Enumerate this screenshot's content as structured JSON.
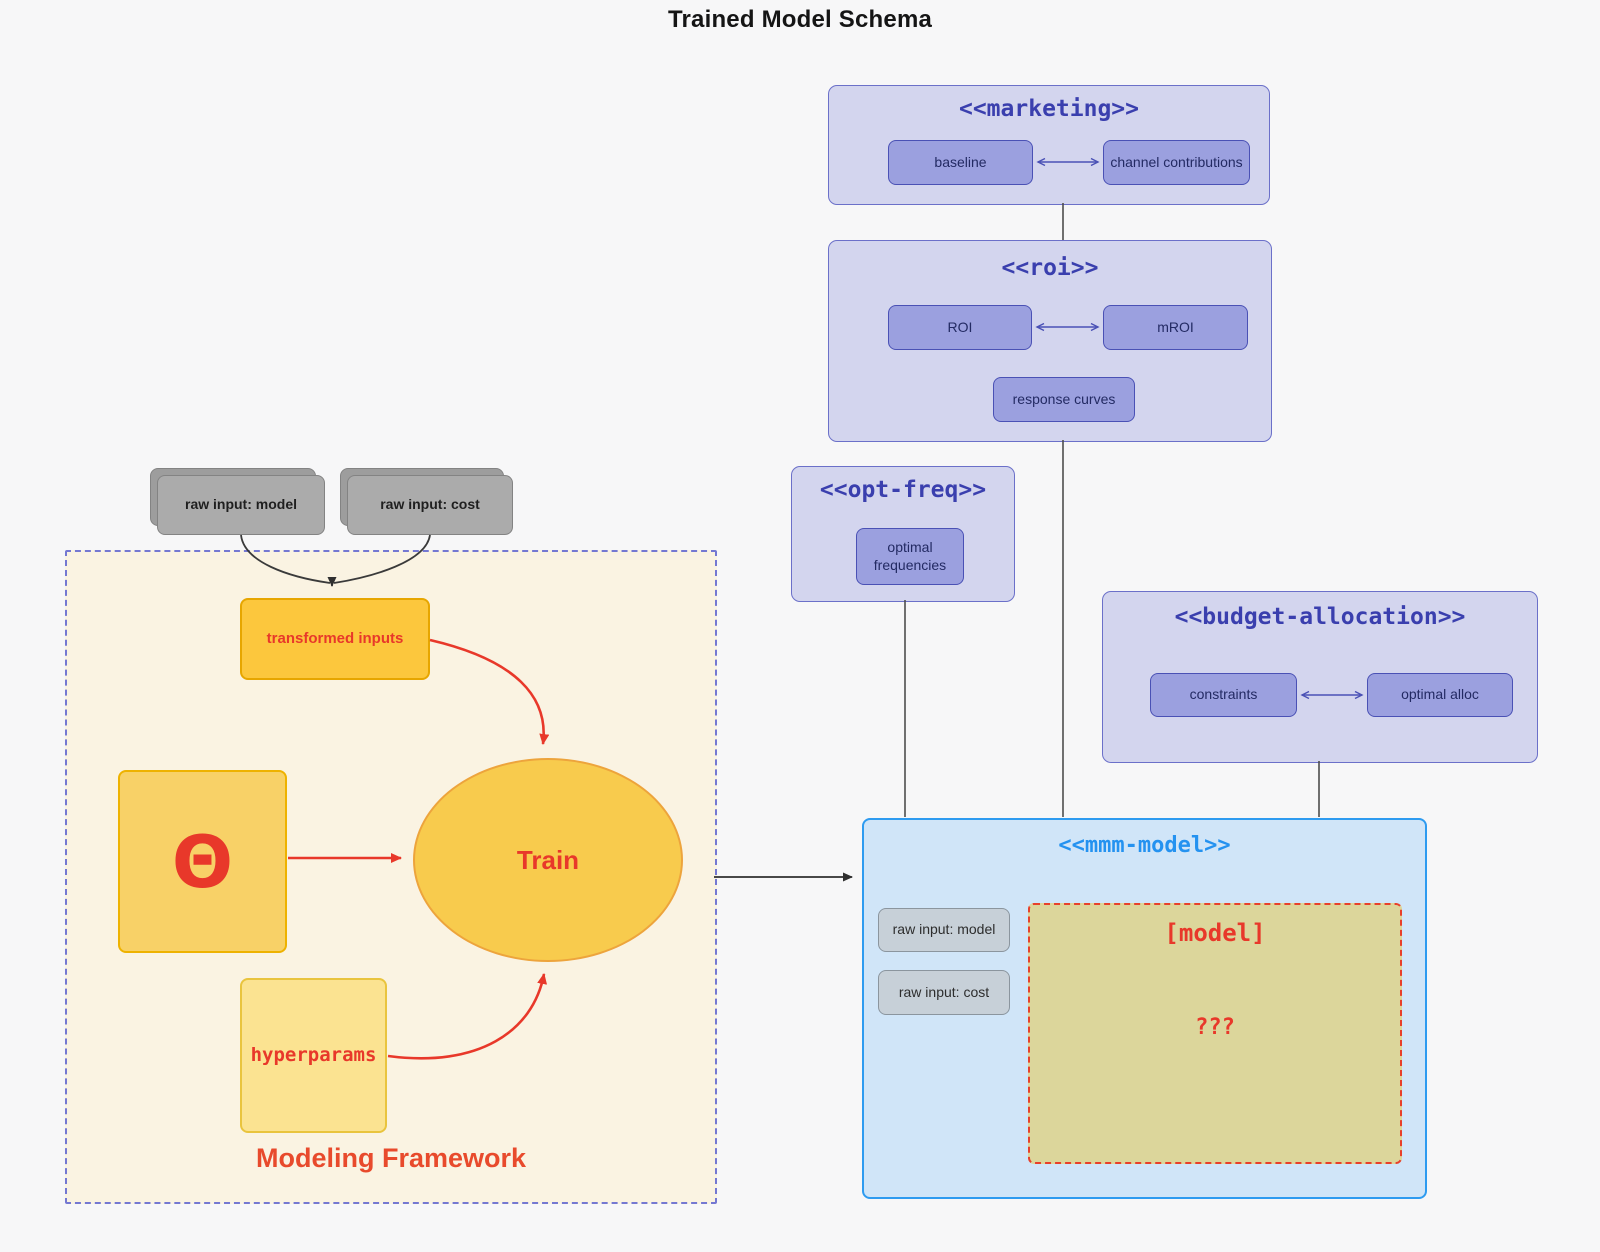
{
  "page": {
    "title": "Trained Model Schema"
  },
  "marketing": {
    "title": "<<marketing>>",
    "baseline": "baseline",
    "channel": "channel contributions"
  },
  "roi": {
    "title": "<<roi>>",
    "roi": "ROI",
    "mroi": "mROI",
    "response": "response curves"
  },
  "optfreq": {
    "title": "<<opt-freq>>",
    "frequencies": "optimal frequencies"
  },
  "budget": {
    "title": "<<budget-allocation>>",
    "constraints": "constraints",
    "alloc": "optimal alloc"
  },
  "mmm": {
    "title": "<<mmm-model>>",
    "raw_model": "raw input: model",
    "raw_cost": "raw input: cost",
    "model": "[model]",
    "unknown": "???"
  },
  "framework": {
    "label": "Modeling Framework",
    "transformed": "transformed inputs",
    "theta": "Θ",
    "train": "Train",
    "hyperparams": "hyperparams"
  },
  "inputs": {
    "raw_model": "raw input: model",
    "raw_cost": "raw input: cost"
  },
  "colors": {
    "page_bg": "#f7f7f8",
    "lavender_container": "#d3d5ee",
    "lavender_border": "#6b70c9",
    "lavender_node": "#9ba0df",
    "indigo_text": "#3a3fae",
    "blue_container": "#d0e5f8",
    "blue_border": "#2e9bf0",
    "cream_container": "#faf3e2",
    "gold_node": "#fcc73d",
    "khaki_box": "#dcd69b",
    "red_accent": "#e8382a",
    "gray_node": "#ababab"
  }
}
